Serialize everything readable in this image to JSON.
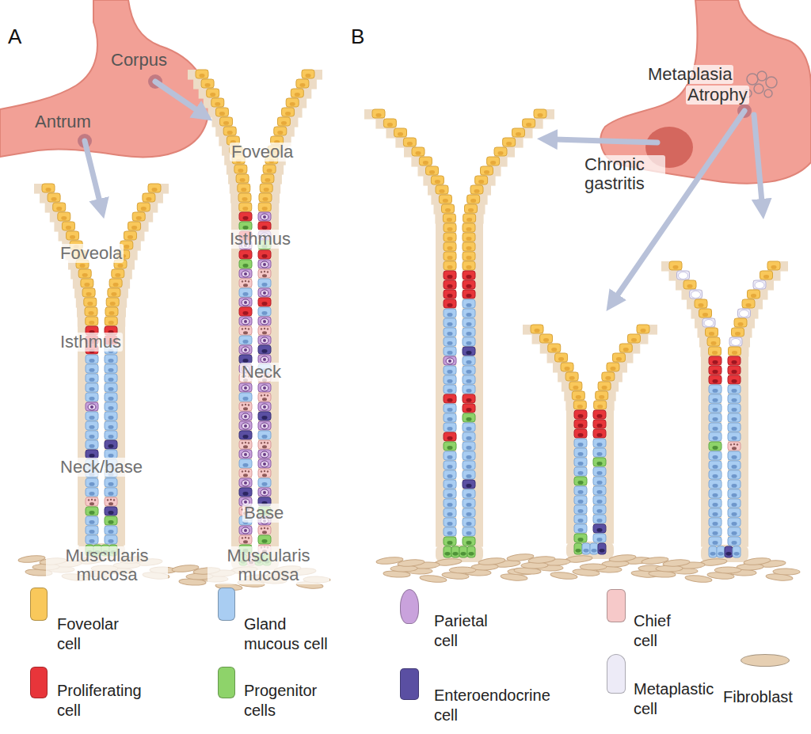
{
  "diagram": {
    "labels": [
      "A",
      "Corpus",
      "Antrum",
      "Foveola",
      "Isthmus",
      "Neck/base",
      "Muscularis mucosa",
      "Foveola",
      "Isthmus",
      "Neck",
      "Base",
      "Muscularis mucosa",
      "B",
      "Metaplasia",
      "Atrophy",
      "Chronic gastritis"
    ],
    "legend": [
      {
        "text": "Foveolar cell",
        "color": "#F9C85B"
      },
      {
        "text": "Proliferating cell",
        "color": "#E8353A"
      },
      {
        "text": "Gland mucous cell",
        "color": "#A9CDF2"
      },
      {
        "text": "Progenitor cells",
        "color": "#8ED36A"
      },
      {
        "text": "Parietal cell",
        "color": "#C9A2DC"
      },
      {
        "text": "Enteroendocrine cell",
        "color": "#5A4FA2"
      },
      {
        "text": "Chief cell",
        "color": "#F6C9C9"
      },
      {
        "text": "Metaplastic cell",
        "color": "#EDEBF7"
      },
      {
        "text": "Fibroblast",
        "color": "#E6CFB2"
      }
    ]
  }
}
